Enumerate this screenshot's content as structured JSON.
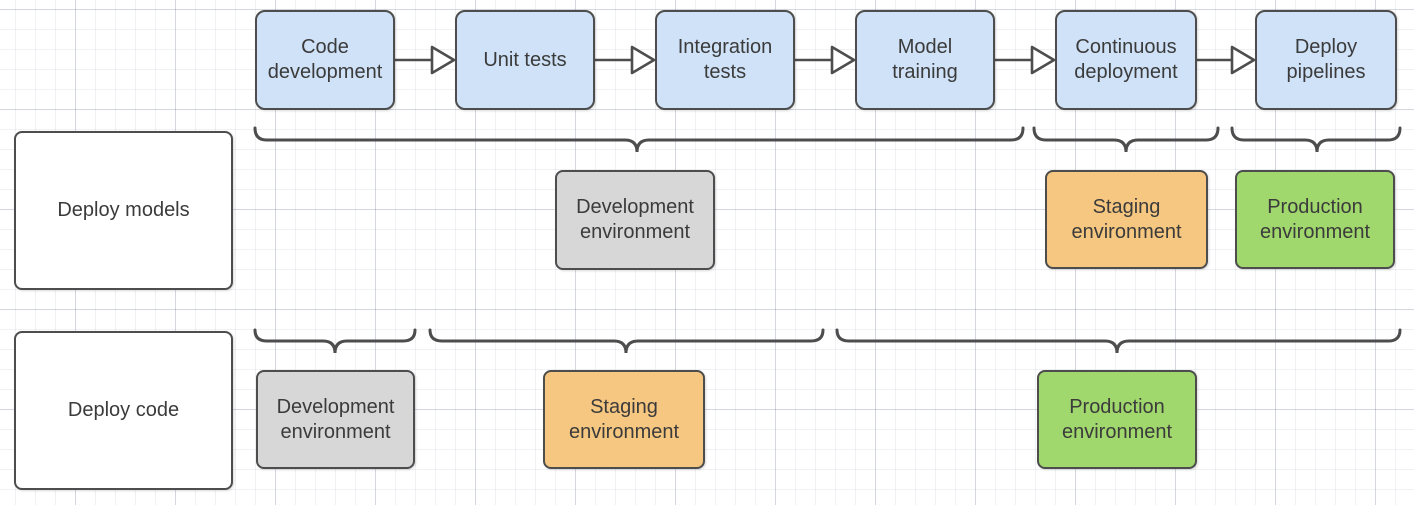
{
  "pipeline": {
    "steps": [
      {
        "label": "Code development"
      },
      {
        "label": "Unit tests"
      },
      {
        "label": "Integration tests"
      },
      {
        "label": "Model training"
      },
      {
        "label": "Continuous deployment"
      },
      {
        "label": "Deploy pipelines"
      }
    ]
  },
  "rows": [
    {
      "label": "Deploy models",
      "environments": [
        {
          "label": "Development environment",
          "stage": "development"
        },
        {
          "label": "Staging environment",
          "stage": "staging"
        },
        {
          "label": "Production environment",
          "stage": "production"
        }
      ]
    },
    {
      "label": "Deploy code",
      "environments": [
        {
          "label": "Development environment",
          "stage": "development"
        },
        {
          "label": "Staging environment",
          "stage": "staging"
        },
        {
          "label": "Production environment",
          "stage": "production"
        }
      ]
    }
  ],
  "colors": {
    "step_fill": "#cfe2f8",
    "development_fill": "#d7d7d7",
    "staging_fill": "#f6c780",
    "production_fill": "#a0d86d",
    "label_fill": "#ffffff",
    "stroke": "#4d4d4d",
    "text": "#3b3b3b"
  }
}
